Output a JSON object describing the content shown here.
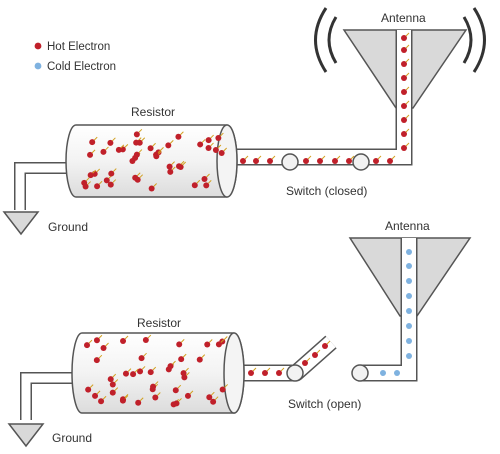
{
  "legend": {
    "hot": {
      "label": "Hot Electron",
      "color": "#c0202a"
    },
    "cold": {
      "label": "Cold Electron",
      "color": "#7fb2e0"
    }
  },
  "top": {
    "antenna_label": "Antenna",
    "resistor_label": "Resistor",
    "switch_label": "Switch (closed)",
    "ground_label": "Ground"
  },
  "bottom": {
    "antenna_label": "Antenna",
    "resistor_label": "Resistor",
    "switch_label": "Switch (open)",
    "ground_label": "Ground"
  },
  "colors": {
    "outline": "#555555",
    "antenna_fill": "#d9d9d9",
    "hot_electron": "#c0202a",
    "cold_electron": "#7fb2e0"
  }
}
